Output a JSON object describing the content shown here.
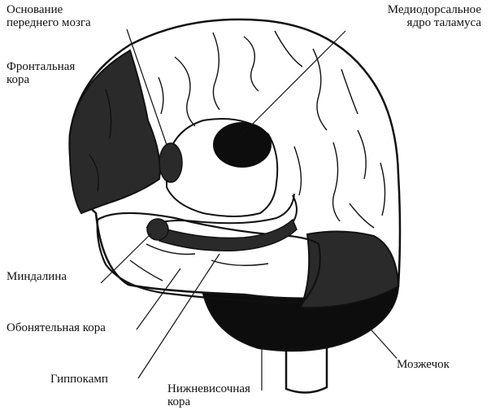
{
  "labels": {
    "forebrain_base": [
      "Основание",
      "переднего мозга"
    ],
    "mediodorsal": [
      "Медиодорсальное",
      "ядро таламуса"
    ],
    "frontal": [
      "Фронтальная",
      "кора"
    ],
    "amygdala": "Миндалина",
    "olfactory": "Обонятельная кора",
    "hippocampus": "Гиппокамп",
    "inferotemporal": [
      "Нижневисочная",
      "кора"
    ],
    "cerebellum": "Мозжечок"
  },
  "colors": {
    "outline": "#111111",
    "shaded_region": "#2a2a2a",
    "dark_region": "#0d0d0d",
    "background": "#ffffff"
  }
}
